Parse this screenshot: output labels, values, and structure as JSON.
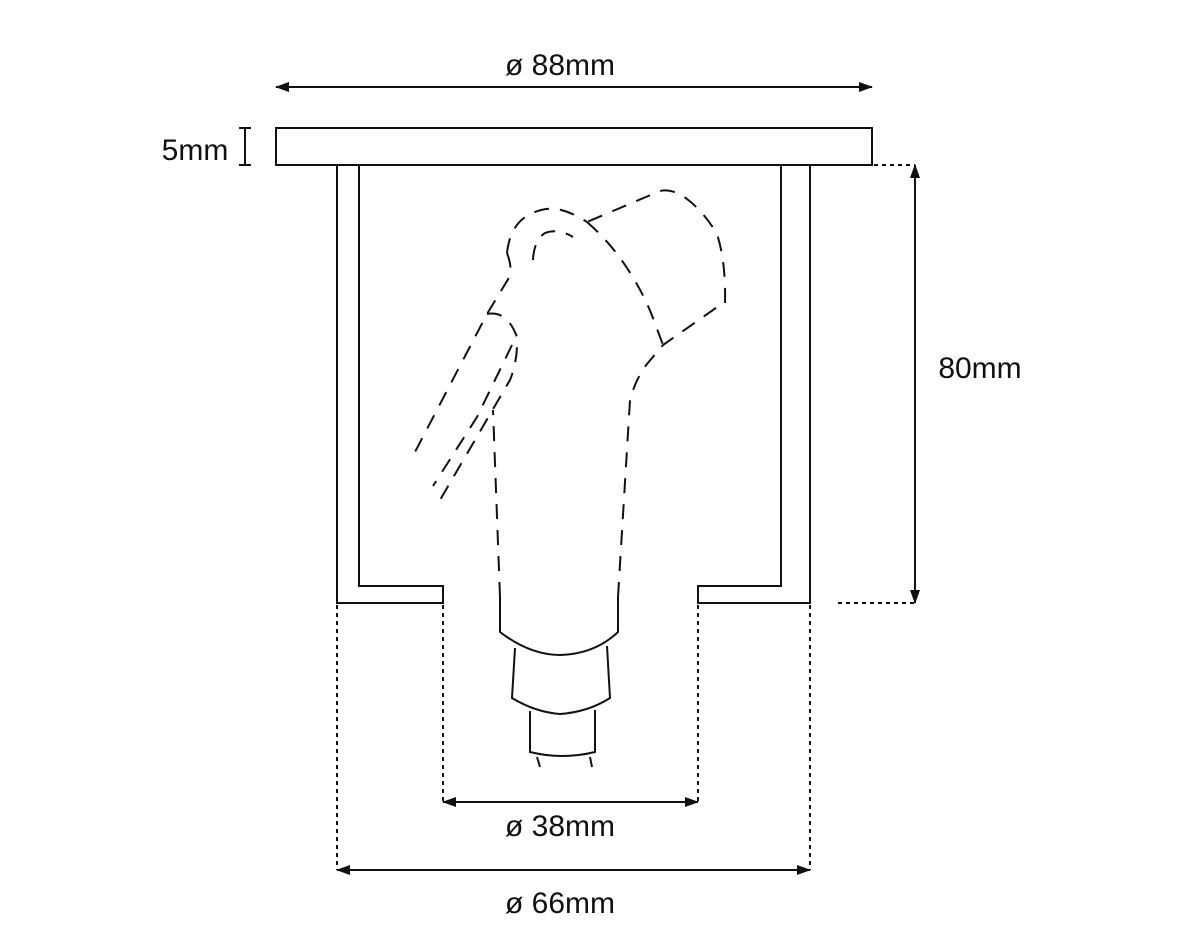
{
  "diagram": {
    "dimensions": {
      "top_diameter": "ø 88mm",
      "plate_thickness": "5mm",
      "depth": "80mm",
      "inner_diameter": "ø 38mm",
      "outer_diameter": "ø 66mm"
    },
    "colors": {
      "line": "#111111",
      "background": "#ffffff"
    }
  }
}
